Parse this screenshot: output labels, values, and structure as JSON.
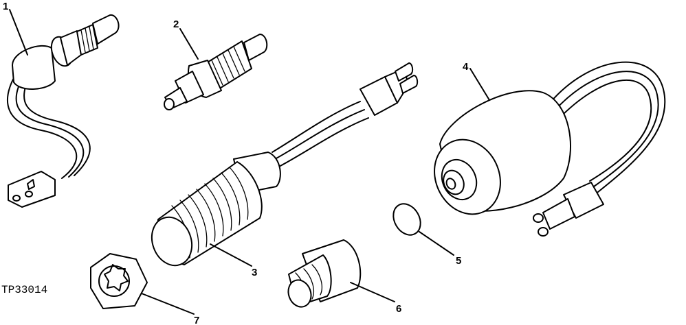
{
  "figure_id": "TP33014",
  "callouts": {
    "c1": "1",
    "c2": "2",
    "c3": "3",
    "c4": "4",
    "c5": "5",
    "c6": "6",
    "c7": "7"
  }
}
